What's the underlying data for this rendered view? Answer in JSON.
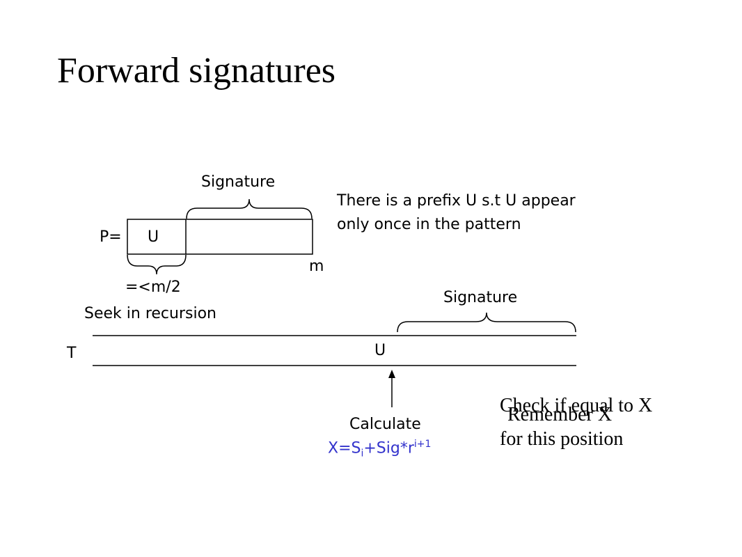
{
  "slide": {
    "title": "Forward signatures"
  },
  "pattern": {
    "label": "P=",
    "prefix": "U",
    "end_label": "m",
    "prefix_bound": "=<m/2",
    "signature_label": "Signature",
    "seek_note": "Seek in recursion",
    "prefix_note_line1": "There is a prefix U s.t U appear",
    "prefix_note_line2": "only once in the pattern"
  },
  "text": {
    "label": "T",
    "prefix": "U",
    "signature_label": "Signature"
  },
  "calc": {
    "label": "Calculate",
    "formula_base": "X=S",
    "formula_sub": "i",
    "formula_mid": "+Sig*r",
    "formula_sup": "i+1",
    "check_text": "Check if equal to X",
    "remember_text": "Remember X",
    "position_text": "for this position"
  },
  "colors": {
    "ink": "#000000",
    "formula": "#3333cc"
  }
}
